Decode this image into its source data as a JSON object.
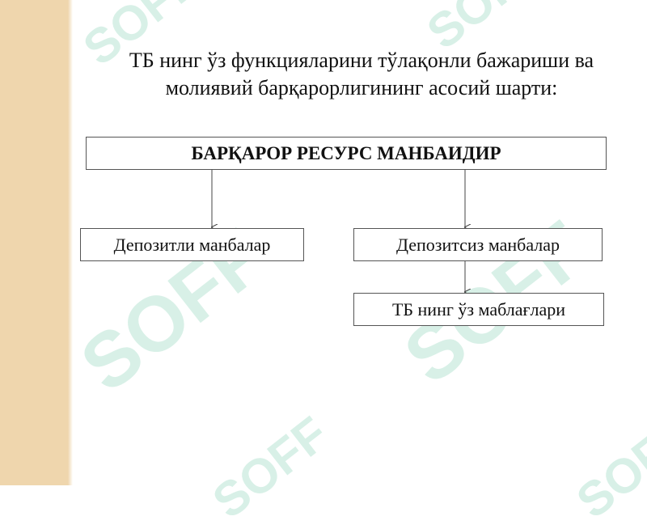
{
  "title": {
    "line1": "ТБ нинг ўз функцияларини тўлақонли бажариши ва",
    "line2": "молиявий барқарорлигининг асосий шарти:"
  },
  "diagram": {
    "root": "БАРҚАРОР РЕСУРС МАНБАИДИР",
    "left_child": "Депозитли манбалар",
    "right_child": "Депозитсиз манбалар",
    "right_grandchild": "ТБ нинг ўз маблағлари"
  },
  "watermark": {
    "text": "SOFF"
  },
  "colors": {
    "side_strip": "#efd6ad",
    "watermark": "#b9e5d4",
    "box_border": "#555555"
  }
}
